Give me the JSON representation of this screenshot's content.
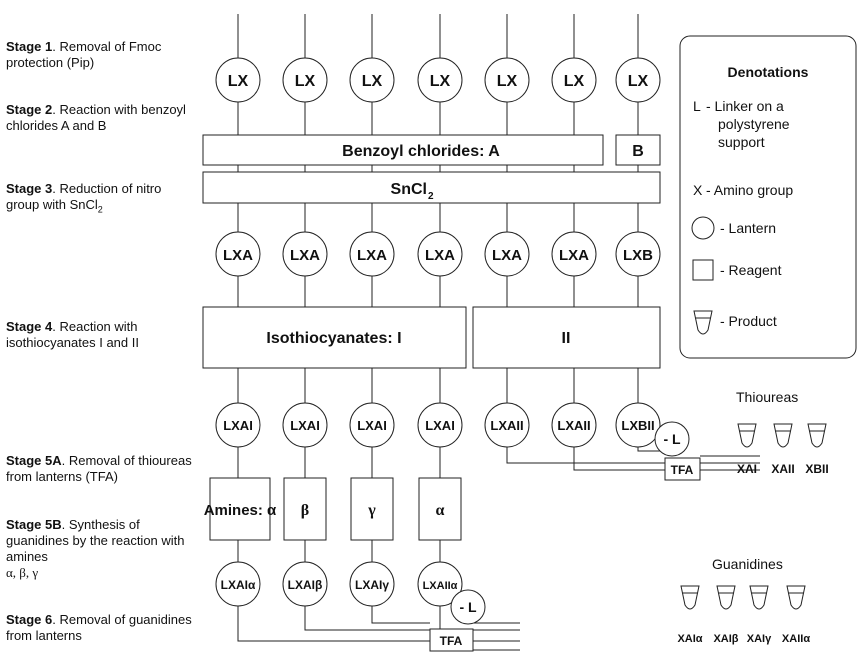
{
  "stages": [
    {
      "id": "s1",
      "label": "Stage 1",
      "text": ". Removal of Fmoc protection (Pip)"
    },
    {
      "id": "s2",
      "label": "Stage 2",
      "text": ". Reaction with benzoyl chlorides A and B"
    },
    {
      "id": "s3",
      "label": "Stage 3",
      "text": ". Reduction of nitro group with SnCl",
      "sub": "2"
    },
    {
      "id": "s4",
      "label": "Stage 4",
      "text": ". Reaction with isothiocyanates I and II"
    },
    {
      "id": "s5a",
      "label": "Stage 5A",
      "text": ". Removal of thioureas from lanterns (TFA)"
    },
    {
      "id": "s5b",
      "label": "Stage 5B",
      "text": ". Synthesis of guanidines by the reaction with amines",
      "greek": "α, β, γ"
    },
    {
      "id": "s6",
      "label": "Stage 6",
      "text": ". Removal of guanidines from lanterns"
    }
  ],
  "row1": [
    "LX",
    "LX",
    "LX",
    "LX",
    "LX",
    "LX",
    "LX"
  ],
  "row2": [
    "LXA",
    "LXA",
    "LXA",
    "LXA",
    "LXA",
    "LXA",
    "LXB"
  ],
  "row3": [
    "LXAI",
    "LXAI",
    "LXAI",
    "LXAI",
    "LXAII",
    "LXAII",
    "LXBII"
  ],
  "row4": [
    "LXAIα",
    "LXAIβ",
    "LXAIγ",
    "LXAIIα"
  ],
  "reagents": {
    "benzoylA": "Benzoyl chlorides: A",
    "benzoylB": "B",
    "sncl": "SnCl",
    "sncl_sub": "2",
    "isoI": "Isothiocyanates: I",
    "isoII": "II",
    "amineA": "Amines: α",
    "amineB": "β",
    "amineG": "γ",
    "amineA2": "α",
    "tfa1": "TFA",
    "tfa2": "TFA",
    "minusL1": "- L",
    "minusL2": "- L"
  },
  "products": {
    "thioureas_title": "Thioureas",
    "thioureas": [
      "XAI",
      "XAII",
      "XBII"
    ],
    "guanidines_title": "Guanidines",
    "guanidines": [
      "XAIα",
      "XAIβ",
      "XAIγ",
      "XAIIα"
    ]
  },
  "legend": {
    "title": "Denotations",
    "l_key": "L",
    "l_text1": "- Linker on a",
    "l_text2": "polystyrene",
    "l_text3": "support",
    "x_key": "X",
    "x_text": "- Amino group",
    "lantern": "- Lantern",
    "reagent": "- Reagent",
    "product": "- Product"
  }
}
